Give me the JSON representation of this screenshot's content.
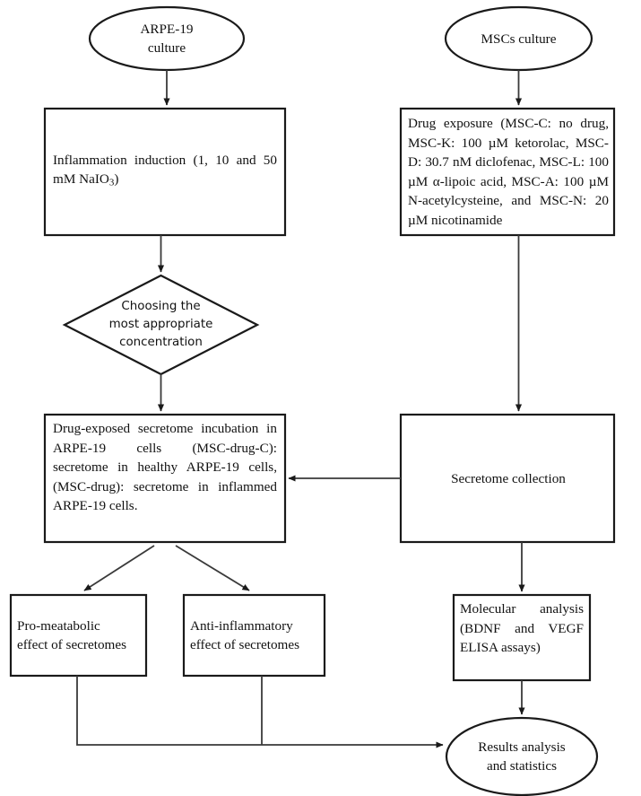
{
  "diagram": {
    "title": "Experimental workflow flowchart",
    "stroke_color": "#1a1a1a",
    "connector_color": "#3a3a3a",
    "background": "#ffffff",
    "nodes": {
      "arpe_culture": {
        "shape": "ellipse",
        "line1": "ARPE-19",
        "line2": "culture"
      },
      "mscs_culture": {
        "shape": "ellipse",
        "line1": "MSCs culture"
      },
      "inflammation_induction": {
        "shape": "rectangle",
        "text_before_sub": "Inflammation induction (1, 10 and 50 mM NaIO",
        "subscript": "3",
        "text_after_sub": ")"
      },
      "drug_exposure": {
        "shape": "rectangle",
        "text": "Drug exposure (MSC-C: no drug, MSC-K: 100 µM ketorolac, MSC-D: 30.7 nM diclofenac, MSC-L: 100 µM α-lipoic acid, MSC-A: 100 µM N-acetylcysteine, and MSC-N: 20 µM nicotinamide"
      },
      "choosing_concentration": {
        "shape": "diamond",
        "line1": "Choosing the",
        "line2": "most appropriate",
        "line3": "concentration"
      },
      "secretome_incubation": {
        "shape": "rectangle",
        "text": "Drug-exposed secretome incubation in ARPE-19 cells (MSC-drug-C): secretome in healthy ARPE-19 cells, (MSC-drug): secretome in inflammed ARPE-19 cells."
      },
      "secretome_collection": {
        "shape": "rectangle",
        "text": "Secretome collection"
      },
      "pro_metabolic": {
        "shape": "rectangle",
        "line1": "Pro-meatabolic",
        "line2": "effect of secretomes"
      },
      "anti_inflammatory": {
        "shape": "rectangle",
        "line1": "Anti-inflammatory",
        "line2": "effect of secretomes"
      },
      "molecular_analysis": {
        "shape": "rectangle",
        "text": "Molecular analysis (BDNF and VEGF ELISA assays)"
      },
      "results_analysis": {
        "shape": "ellipse",
        "line1": "Results analysis",
        "line2": "and statistics"
      }
    }
  }
}
